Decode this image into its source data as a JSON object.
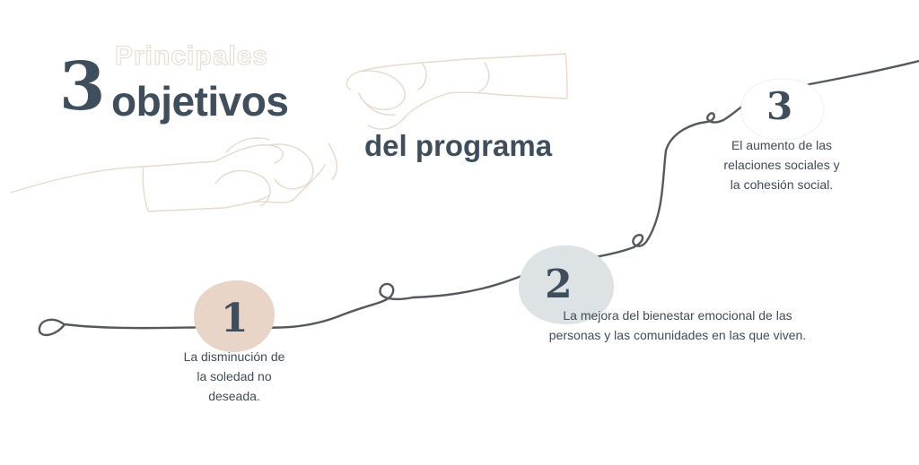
{
  "header": {
    "number": "3",
    "outline_word": "Principales",
    "main_word": "objetivos",
    "subtitle": "del programa"
  },
  "colors": {
    "text": "#3f4e5c",
    "line": "#55595e",
    "hands_outline": "#e6dacb",
    "blob_1": "#e8d5c7",
    "blob_2": "#dde3e4",
    "blob_3": "#ffffff"
  },
  "steps": [
    {
      "number": "1",
      "text_lines": [
        "La disminución de",
        "la soledad no",
        "deseada."
      ]
    },
    {
      "number": "2",
      "text_lines": [
        "La mejora del bienestar emocional de las",
        "personas y las comunidades en las que viven."
      ]
    },
    {
      "number": "3",
      "text_lines": [
        "El aumento de las",
        "relaciones sociales y",
        "la cohesión social."
      ]
    }
  ],
  "decoration": {
    "illustration": "hands-reaching-line-art",
    "path": "wavy-progress-line"
  }
}
